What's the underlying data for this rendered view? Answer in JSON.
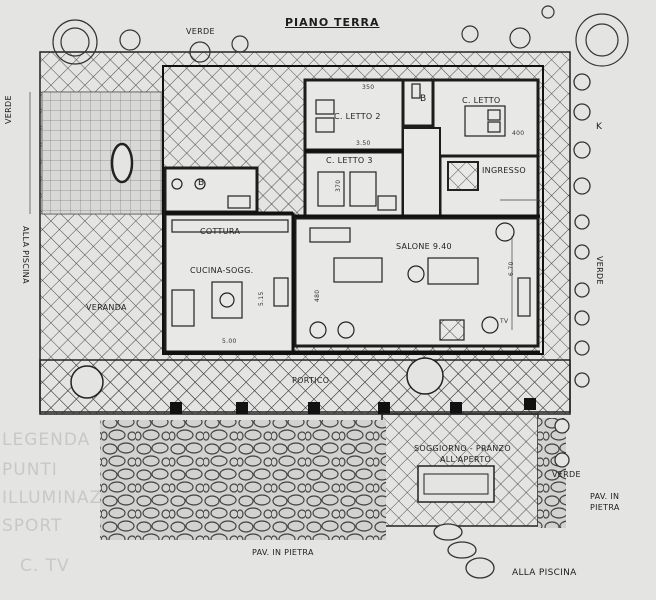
{
  "title": "PIANO TERRA",
  "rooms": {
    "bedroom1": "C. LETTO",
    "bedroom2": "C. LETTO 2",
    "bedroom3": "C. LETTO 3",
    "bath_b1": "B",
    "bath_b2": "B",
    "ingresso": "INGRESSO",
    "salone": "SALONE 9.40",
    "cottura": "COTTURA",
    "cucina": "CUCINA-SOGG.",
    "veranda": "VERANDA",
    "portico": "PORTICO",
    "soggiorno_line1": "SOGGIORNO - PRANZO",
    "soggiorno_line2": "ALL'APERTO",
    "tv": "TV"
  },
  "labels": {
    "verde_top": "VERDE",
    "verde_right": "VERDE",
    "verde_bottom": "VERDE",
    "verde_left": "VERDE",
    "alla_piscina_left": "ALLA PISCINA",
    "alla_piscina_bottom": "ALLA PISCINA",
    "pav_pietra_right_1": "PAV. IN",
    "pav_pietra_right_2": "PIETRA",
    "pav_pietra_bottom": "PAV. IN PIETRA",
    "k_mark": "K"
  },
  "dimensions": {
    "d350": "350",
    "d400": "400",
    "d350b": "3.50",
    "d370": "370",
    "d480": "480",
    "d515": "5.15",
    "d500": "5.00",
    "d670": "6.70"
  },
  "margin_notes": [
    "LEGENDA",
    "PUNTI",
    "ILLUMINAZ",
    "SPORT",
    "C. TV"
  ],
  "colors": {
    "paper": "#e4e4e2",
    "ink": "#222222",
    "hatch": "#3a3a3a"
  }
}
